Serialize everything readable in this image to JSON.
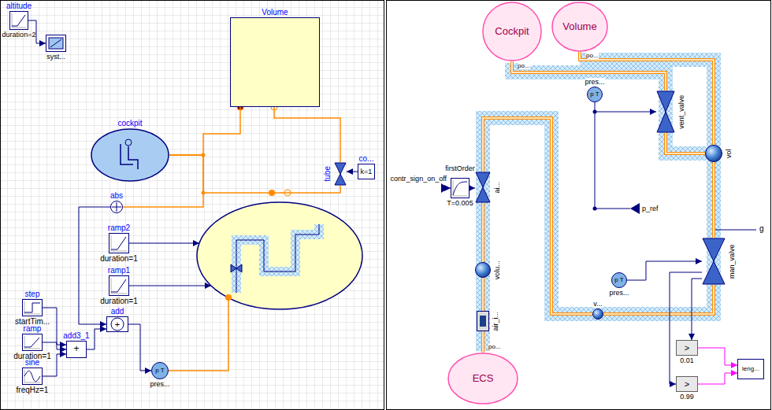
{
  "diagram": {
    "nodes": [
      {
        "text": [
          "altitude",
          "duration=2"
        ]
      },
      {
        "text": [
          "syst..."
        ]
      },
      {
        "text": [
          "Volume"
        ]
      },
      {
        "text": [
          "cockpit"
        ]
      },
      {
        "text": [
          "tube"
        ]
      },
      {
        "text": [
          "co...",
          "k=1"
        ]
      },
      {
        "text": [
          "abs"
        ]
      },
      {
        "text": [
          "ramp2",
          "duration=1"
        ]
      },
      {
        "text": [
          "ramp1",
          "duration=1"
        ]
      },
      {
        "text": [
          "step",
          "startTim..."
        ]
      },
      {
        "text": [
          "ramp",
          "duration=1"
        ]
      },
      {
        "text": [
          "sine",
          "freqHz=1"
        ]
      },
      {
        "text": [
          "add3_1",
          "+"
        ]
      },
      {
        "text": [
          "add",
          "+"
        ]
      },
      {
        "text": [
          "p T",
          "pres..."
        ]
      },
      {
        "text": [
          "Cockpit"
        ]
      },
      {
        "text": [
          "Volume"
        ]
      },
      {
        "text": [
          "ECS"
        ]
      },
      {
        "text": [
          "p T",
          "pres..."
        ]
      },
      {
        "text": [
          "vent_valve"
        ]
      },
      {
        "text": [
          "contr_sign_on_off"
        ]
      },
      {
        "text": [
          "firstOrder",
          "T=0.005"
        ]
      },
      {
        "text": [
          "ai..."
        ]
      },
      {
        "text": [
          "volu..."
        ]
      },
      {
        "text": [
          "air_i..."
        ]
      },
      {
        "text": [
          "v..."
        ]
      },
      {
        "text": [
          "p T",
          "pres..."
        ]
      },
      {
        "text": [
          "p_ref"
        ]
      },
      {
        "text": [
          "man_valve"
        ]
      },
      {
        "text": [
          "vol"
        ]
      },
      {
        "text": [
          ">",
          "0.01"
        ]
      },
      {
        "text": [
          ">",
          "0.99"
        ]
      },
      {
        "text": [
          "leng..."
        ]
      }
    ],
    "edges": [
      {
        "from": 0,
        "to": 1,
        "arrow": "to"
      },
      {
        "from": 3,
        "to": 2,
        "arrow": "none"
      },
      {
        "from": 3,
        "to": 4,
        "arrow": "none"
      },
      {
        "from": 2,
        "to": 4,
        "arrow": "none"
      },
      {
        "from": 5,
        "to": 4,
        "arrow": "to"
      },
      {
        "from": 6,
        "to": 3,
        "arrow": "none"
      },
      {
        "from": 6,
        "to": 13,
        "arrow": "to"
      },
      {
        "from": 9,
        "to": 12,
        "arrow": "to"
      },
      {
        "from": 10,
        "to": 12,
        "arrow": "to"
      },
      {
        "from": 11,
        "to": 12,
        "arrow": "to"
      },
      {
        "from": 12,
        "to": 13,
        "arrow": "to"
      },
      {
        "from": 13,
        "to": 14,
        "arrow": "to"
      },
      {
        "from": 20,
        "to": 21,
        "arrow": "to"
      },
      {
        "from": 21,
        "to": 22,
        "arrow": "to"
      },
      {
        "from": 17,
        "to": 24,
        "arrow": "none"
      },
      {
        "from": 24,
        "to": 23,
        "arrow": "none"
      },
      {
        "from": 23,
        "to": 22,
        "arrow": "none"
      },
      {
        "from": 22,
        "to": 25,
        "arrow": "none"
      },
      {
        "from": 25,
        "to": 28,
        "arrow": "none"
      },
      {
        "from": 28,
        "to": 29,
        "arrow": "none"
      },
      {
        "from": 29,
        "to": 16,
        "arrow": "none"
      },
      {
        "from": 15,
        "to": 19,
        "arrow": "none"
      },
      {
        "from": 19,
        "to": 29,
        "arrow": "none"
      },
      {
        "from": 18,
        "to": 19,
        "arrow": "to"
      },
      {
        "from": 26,
        "to": 28,
        "arrow": "to"
      },
      {
        "from": 28,
        "to": 30,
        "arrow": "to"
      },
      {
        "from": 28,
        "to": 31,
        "arrow": "to"
      },
      {
        "from": 30,
        "to": 32,
        "arrow": "to"
      },
      {
        "from": 31,
        "to": 32,
        "arrow": "to"
      }
    ],
    "labels": [
      "po...",
      "po...",
      "po...",
      "g"
    ]
  }
}
